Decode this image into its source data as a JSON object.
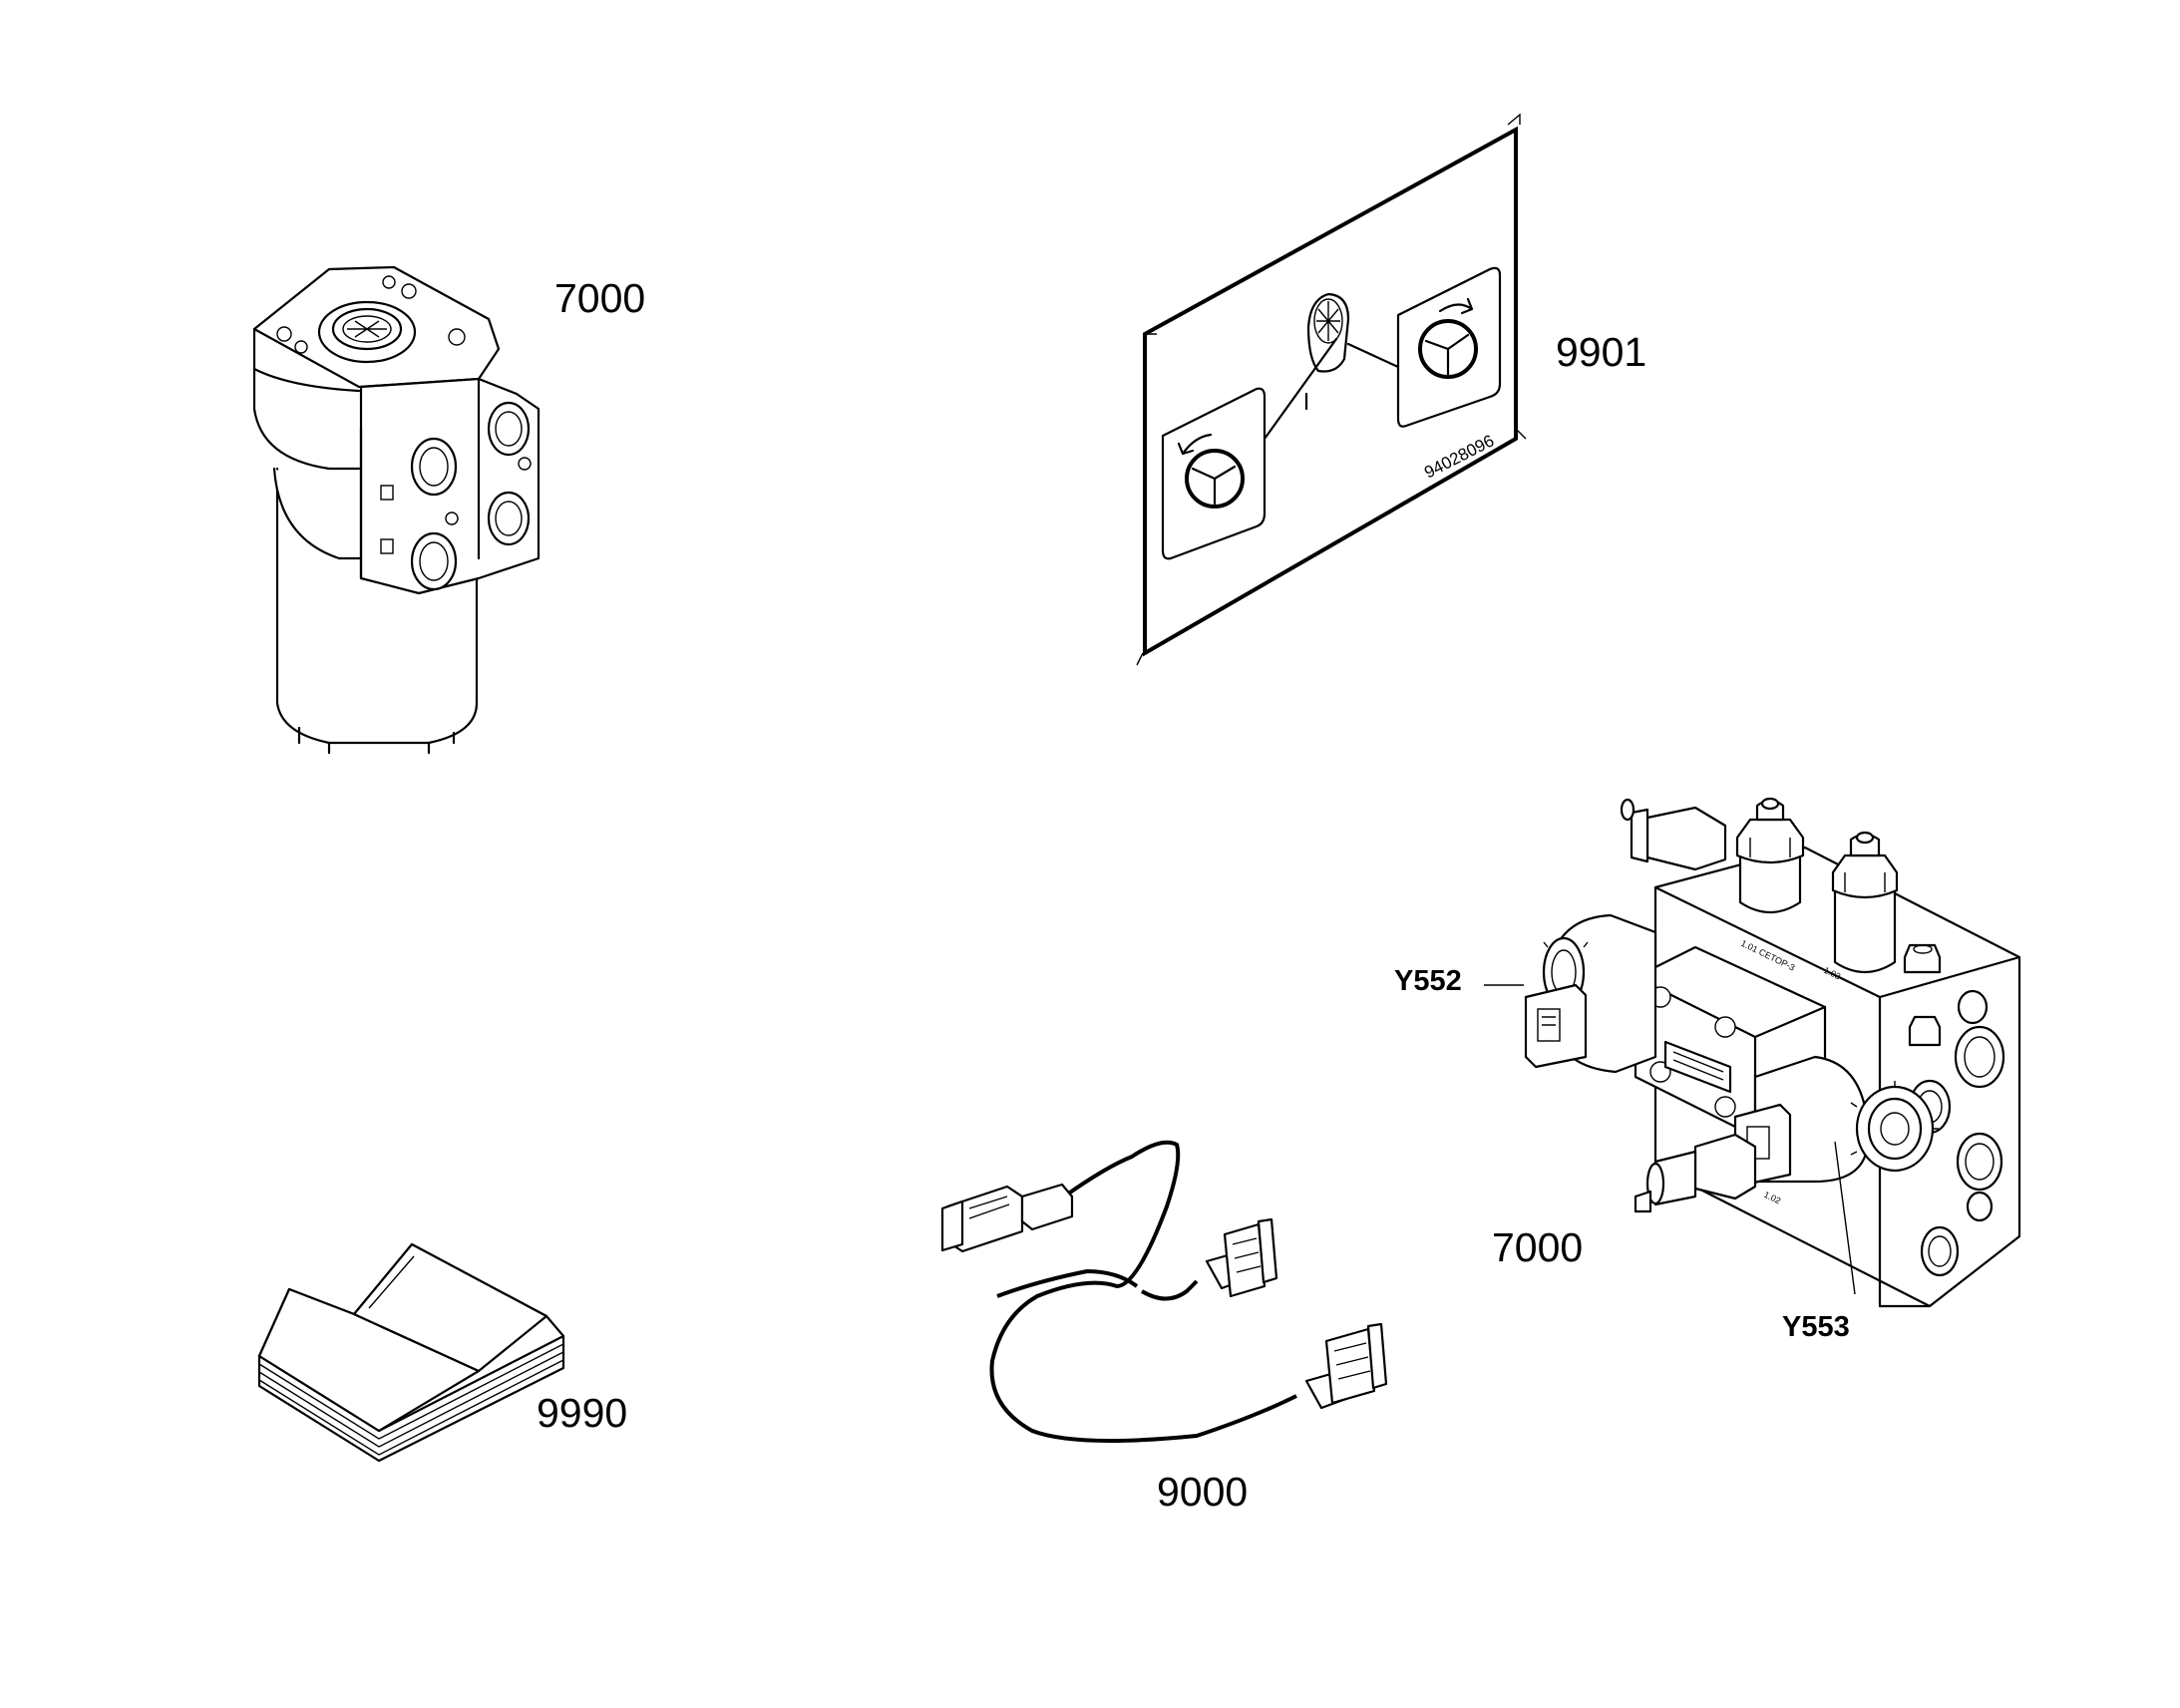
{
  "parts": [
    {
      "id": "steering-unit",
      "label": "7000"
    },
    {
      "id": "decal",
      "label": "9901",
      "print": "94028096"
    },
    {
      "id": "control-valve",
      "label": "7000"
    },
    {
      "id": "manual",
      "label": "9990"
    },
    {
      "id": "wiring-harness",
      "label": "9000"
    }
  ],
  "callouts": {
    "left_solenoid": "Y552",
    "right_solenoid": "Y553"
  },
  "valve_markings": {
    "cetop": "1.01  CETOP-3",
    "port_a": "1.02",
    "port_b": "1.03"
  }
}
